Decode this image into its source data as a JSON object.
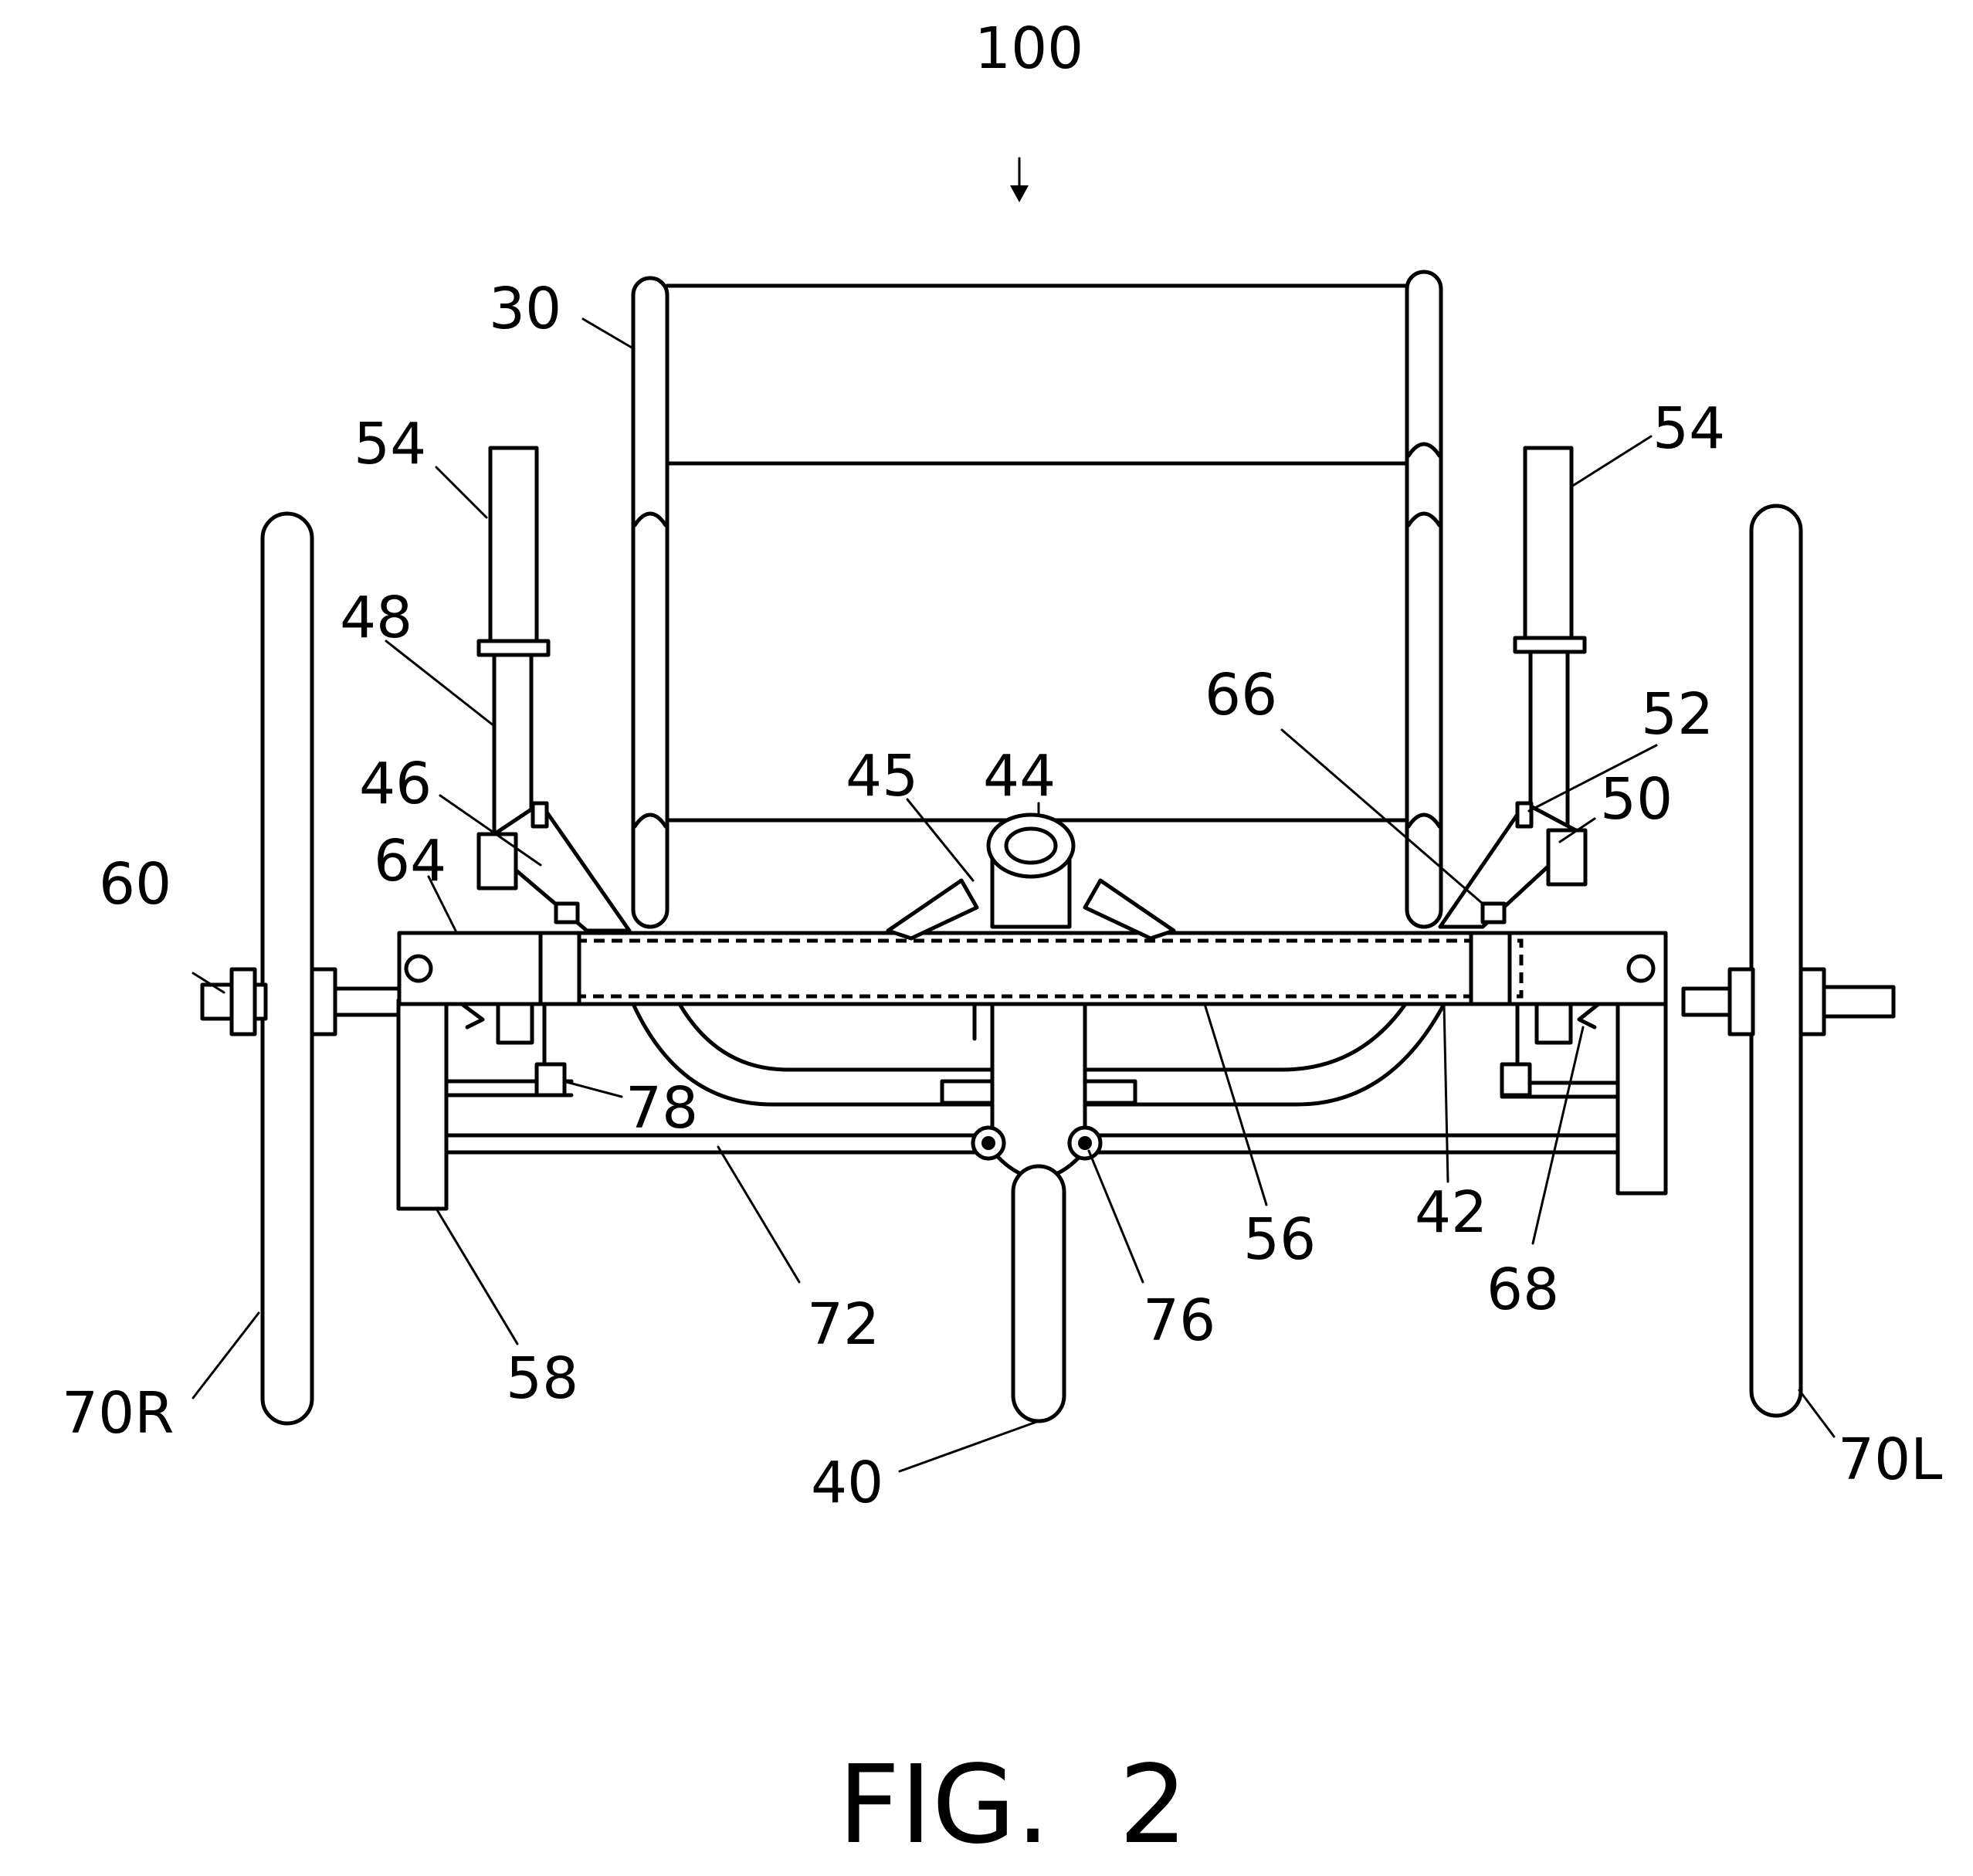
{
  "figure": {
    "title": "FIG.  2",
    "reference_numerals": {
      "assembly": "100",
      "seat_frame": "30",
      "handle_right": "54",
      "handle_left": "54",
      "post_right": "48",
      "clamp_right": "46",
      "bracket_right": "64",
      "axle_right": "60",
      "brace": "45",
      "head_tube": "44",
      "hinge_left": "66",
      "pin_left": "52",
      "clamp_left": "50",
      "lock": "78",
      "crossbar": "56",
      "frame_tube": "42",
      "latch": "68",
      "tie_rod": "72",
      "leg": "58",
      "roller": "76",
      "wheel_right": "70R",
      "front_wheel": "40",
      "wheel_left": "70L"
    }
  }
}
